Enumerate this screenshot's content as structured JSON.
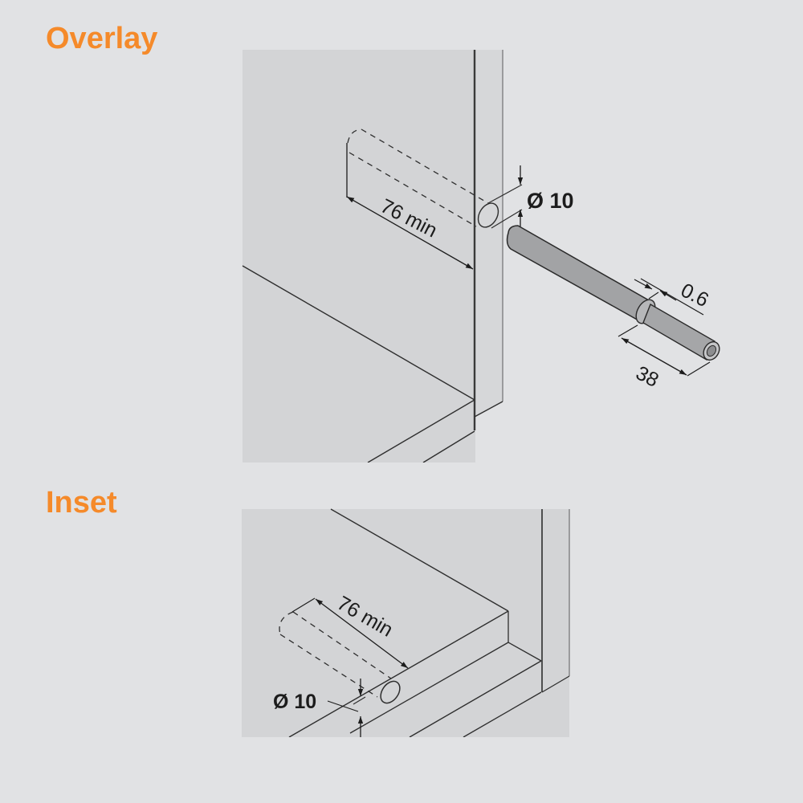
{
  "colors": {
    "background": "#e1e2e4",
    "panel": "#d4d5d7",
    "title": "#f58a2a",
    "line": "#2a2a2a",
    "rod": "#a3a4a6"
  },
  "sections": {
    "overlay": {
      "title": "Overlay",
      "dimensions": {
        "depth_label": "76 min",
        "diameter_symbol": "Ø",
        "diameter_value": "10",
        "diameter_label": "Ø 10",
        "shoulder_label": "0.6",
        "rod_length_label": "38"
      }
    },
    "inset": {
      "title": "Inset",
      "dimensions": {
        "depth_label": "76 min",
        "diameter_label": "Ø 10"
      }
    }
  }
}
